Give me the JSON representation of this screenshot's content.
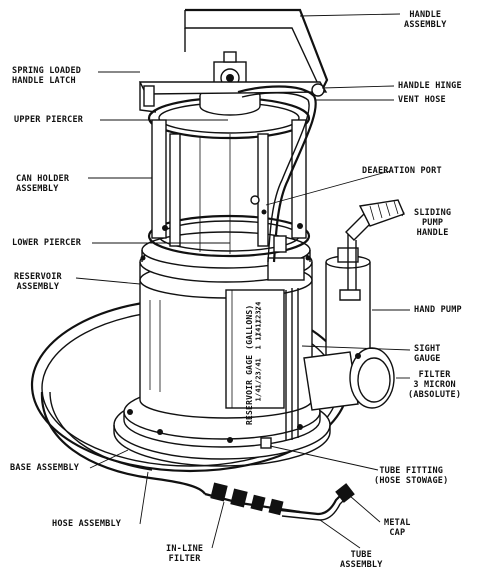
{
  "labels": {
    "handle_assembly": [
      "HANDLE",
      "ASSEMBLY"
    ],
    "spring_latch": [
      "SPRING LOADED",
      "HANDLE LATCH"
    ],
    "handle_hinge": "HANDLE HINGE",
    "vent_hose": "VENT HOSE",
    "upper_piercer": "UPPER PIERCER",
    "can_holder": [
      "CAN HOLDER",
      "ASSEMBLY"
    ],
    "deaeration_port": "DEAERATION PORT",
    "sliding_pump_handle": [
      "SLIDING",
      "PUMP",
      "HANDLE"
    ],
    "lower_piercer": "LOWER PIERCER",
    "reservoir": [
      "RESERVOIR",
      "ASSEMBLY"
    ],
    "hand_pump": "HAND PUMP",
    "sight_gauge": [
      "SIGHT",
      "GAUGE"
    ],
    "filter": [
      "FILTER",
      "3 MICRON",
      "(ABSOLUTE)"
    ],
    "base_assembly": "BASE ASSEMBLY",
    "tube_fitting": [
      "TUBE FITTING",
      "(HOSE STOWAGE)"
    ],
    "hose_assembly": "HOSE ASSEMBLY",
    "metal_cap": [
      "METAL",
      "CAP"
    ],
    "inline_filter": [
      "IN-LINE",
      "FILTER"
    ],
    "tube_assembly": [
      "TUBE",
      "ASSEMBLY"
    ]
  },
  "gauge_text": "RESERVOIR GAGE (GALLONS)",
  "gauge_ticks": [
    "2",
    "1 3/4",
    "1 1/2",
    "1 1/4",
    "1",
    "3/4",
    "1/2",
    "1/4"
  ]
}
